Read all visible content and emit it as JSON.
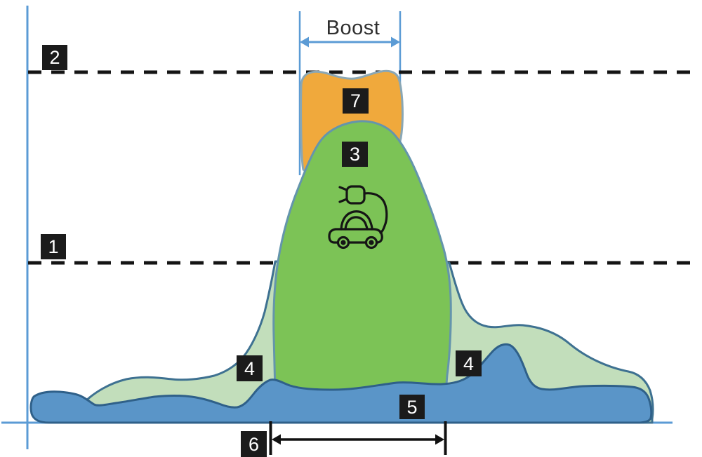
{
  "figure": {
    "boost_label": "Boost",
    "markers": {
      "m1": "1",
      "m2": "2",
      "m3": "3",
      "m4_left": "4",
      "m4_right": "4",
      "m5": "5",
      "m6": "6",
      "m7": "7"
    },
    "icons": {
      "ev": "ev-charging-car-icon"
    },
    "colors": {
      "axis": "#5B9BD5",
      "boost_guide": "#5B9BD5",
      "boost_arrow": "#5B9BD5",
      "boost_text": "#2E2E2E",
      "dashed_line": "#141414",
      "black_arrow": "#111111",
      "marker_bg": "#1B1B1B",
      "marker_text": "#FFFFFF",
      "base_area_fill": "#5A95C8",
      "base_area_stroke": "#2F6089",
      "flex_area_fill": "#C2DEBB",
      "flex_area_stroke": "#3E7191",
      "ev_area_fill": "#7CC356",
      "ev_area_stroke": "#6495AC",
      "boost_area_fill": "#F0A93C",
      "boost_area_stroke": "#8AA7B5",
      "icon_stroke": "#151515"
    }
  }
}
